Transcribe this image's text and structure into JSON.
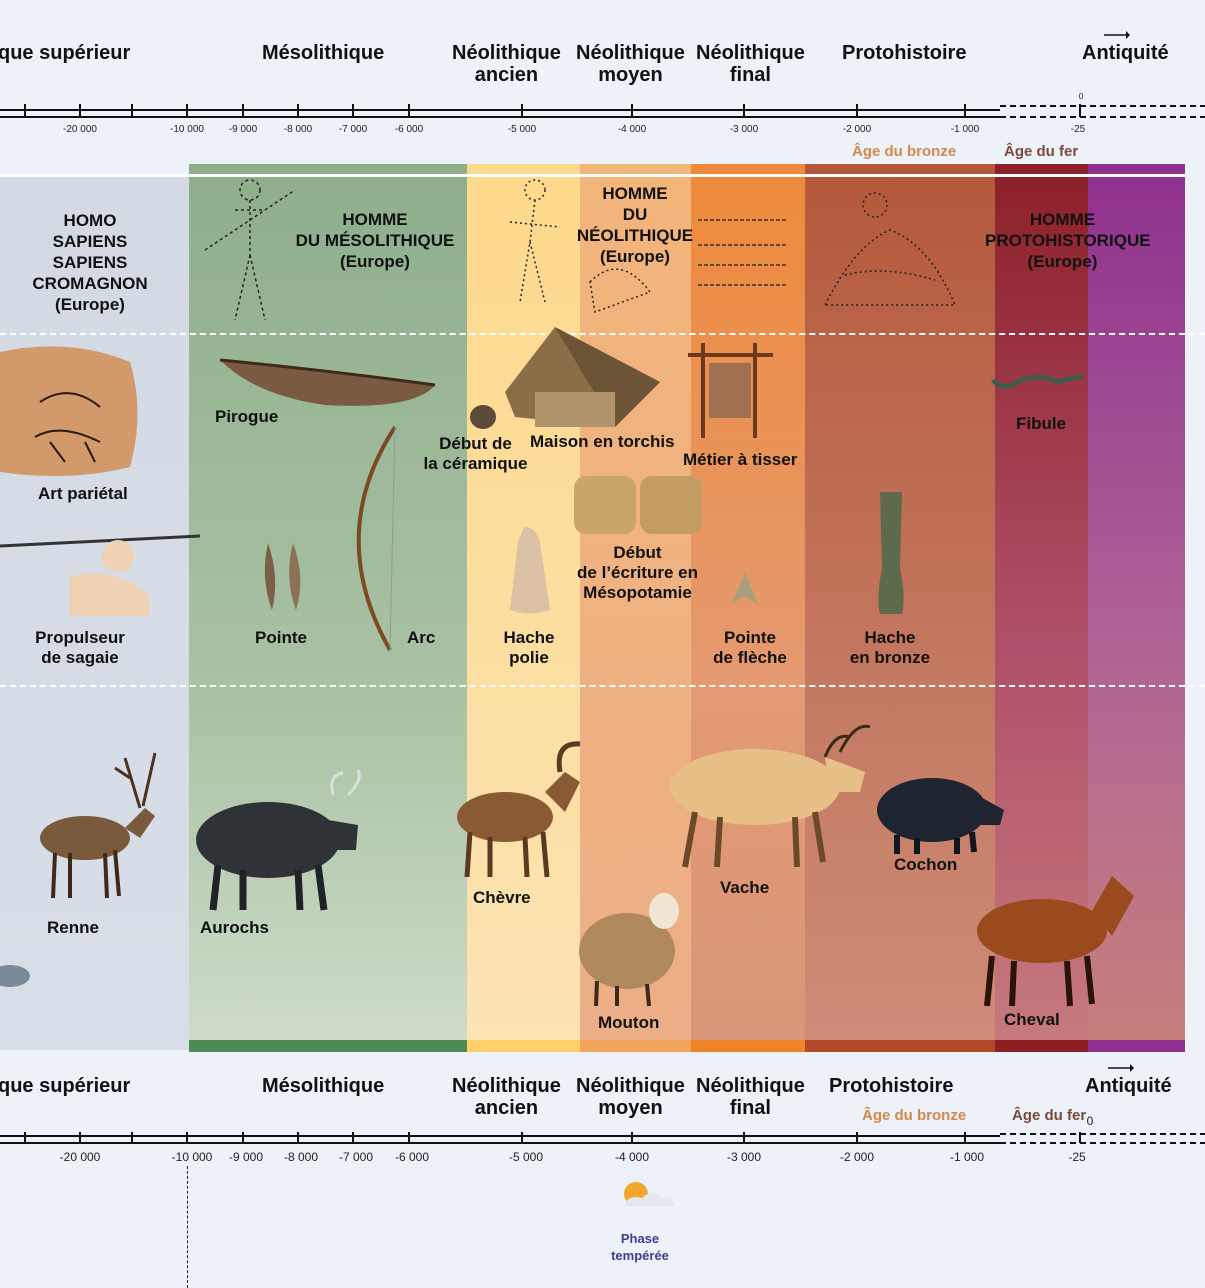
{
  "top_periods": [
    "que supérieur",
    "Mésolithique",
    "Néolithique\nancien",
    "Néolithique\nmoyen",
    "Néolithique\nfinal",
    "Protohistoire",
    "Antiquité"
  ],
  "bottom_periods": [
    "que supérieur",
    "Mésolithique",
    "Néolithique\nancien",
    "Néolithique\nmoyen",
    "Néolithique\nfinal",
    "Protohistoire",
    "Antiquité"
  ],
  "top_ticks": [
    "-20 000",
    "-10 000",
    "-9 000",
    "-8 000",
    "-7 000",
    "-6 000",
    "-5 000",
    "-4 000",
    "-3 000",
    "-2 000",
    "-1 000",
    "-25",
    "0"
  ],
  "bottom_ticks": [
    "-20 000",
    "-10 000",
    "-9 000",
    "-8 000",
    "-7 000",
    "-6 000",
    "-5 000",
    "-4 000",
    "-3 000",
    "-2 000",
    "-1 000",
    "-25",
    "0"
  ],
  "ages_top": {
    "bronze": "Âge du bronze",
    "fer": "Âge du fer"
  },
  "ages_bottom": {
    "bronze": "Âge du bronze",
    "fer": "Âge du fer"
  },
  "humans": {
    "cromagnon": "HOMO\nSAPIENS SAPIENS\nCROMAGNON\n(Europe)",
    "mesolithique": "HOMME\nDU MÉSOLITHIQUE\n(Europe)",
    "neolithique": "HOMME\nDU NÉOLITHIQUE\n(Europe)",
    "protohistorique": "HOMME\nPROTOHISTORIQUE\n(Europe)"
  },
  "items": {
    "art_parietal": "Art pariétal",
    "pirogue": "Pirogue",
    "ceramique": "Début de\nla céramique",
    "maison": "Maison en torchis",
    "metier": "Métier à tisser",
    "fibule": "Fibule",
    "propulseur": "Propulseur\nde sagaie",
    "pointe": "Pointe",
    "arc": "Arc",
    "hache_polie": "Hache\npolie",
    "ecriture": "Début\nde l’écriture en\nMésopotamie",
    "pointe_fleche": "Pointe\nde flèche",
    "hache_bronze": "Hache\nen bronze"
  },
  "animals": {
    "renne": "Renne",
    "aurochs": "Aurochs",
    "chevre": "Chèvre",
    "mouton": "Mouton",
    "vache": "Vache",
    "cochon": "Cochon",
    "cheval": "Cheval"
  },
  "climate": {
    "icon": "sun-cloud-icon",
    "label": "Phase\ntempérée",
    "color": "#3a3f8f"
  },
  "colors": {
    "paleo": "#d4dbe5",
    "meso": "#9fba9a",
    "neo_ancien": "#fdd98b",
    "neo_moyen": "#f2b57a",
    "neo_final": "#e9955a",
    "proto": "#c97a60",
    "fer": "#8f2d2d",
    "antiquite": "#9a3c80",
    "bronze_text": "#d08a4c",
    "fer_text": "#7a4a3a"
  }
}
